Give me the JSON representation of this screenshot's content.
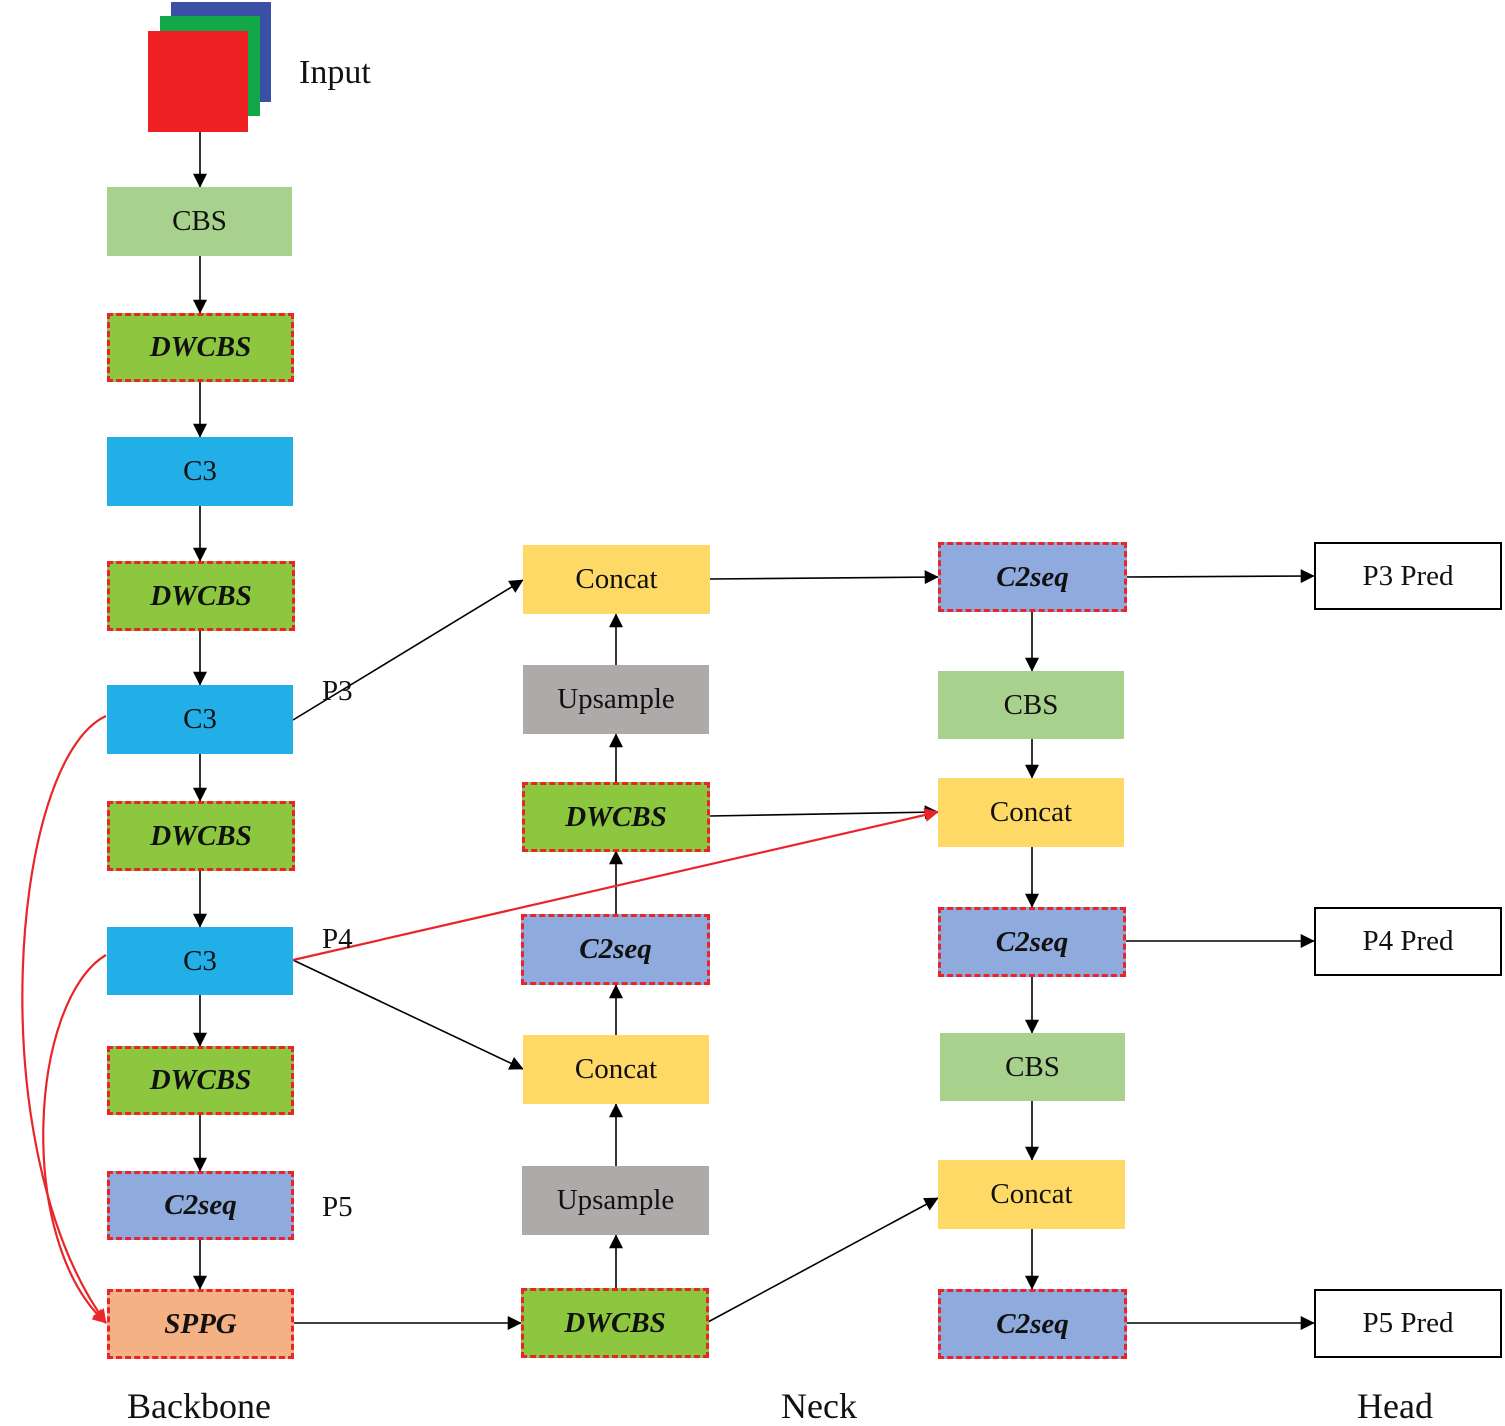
{
  "input": {
    "label": "Input",
    "channel_colors": [
      "#3a50a4",
      "#12a84a",
      "#ee2024"
    ]
  },
  "sections": {
    "backbone": "Backbone",
    "neck": "Neck",
    "head": "Head"
  },
  "feature_labels": {
    "p3": "P3",
    "p4": "P4",
    "p5": "P5"
  },
  "backbone": {
    "cbs": "CBS",
    "dwcbs_1": "DWCBS",
    "c3_1": "C3",
    "dwcbs_2": "DWCBS",
    "c3_2": "C3",
    "dwcbs_3": "DWCBS",
    "c3_3": "C3",
    "dwcbs_4": "DWCBS",
    "c2seq": "C2seq",
    "sppg": "SPPG"
  },
  "neck": {
    "concat_top": "Concat",
    "upsample_top": "Upsample",
    "dwcbs_mid": "DWCBS",
    "c2seq_mid": "C2seq",
    "concat_bottom": "Concat",
    "upsample_bottom": "Upsample",
    "dwcbs_bottom": "DWCBS"
  },
  "head_path": {
    "c2seq_1": "C2seq",
    "cbs_1": "CBS",
    "concat_1": "Concat",
    "c2seq_2": "C2seq",
    "cbs_2": "CBS",
    "concat_2": "Concat",
    "c2seq_3": "C2seq"
  },
  "outputs": {
    "p3": "P3 Pred",
    "p4": "P4 Pred",
    "p5": "P5 Pred"
  },
  "colors": {
    "cbs": "#a9d18e",
    "dwcbs": "#8dc63f",
    "c3": "#22aee6",
    "concat": "#ffd966",
    "upsample": "#aeaaaa",
    "c2seq": "#8faadc",
    "sppg": "#f4b183",
    "modified_border": "#e8262a",
    "skip_arrow": "#e8262a"
  }
}
